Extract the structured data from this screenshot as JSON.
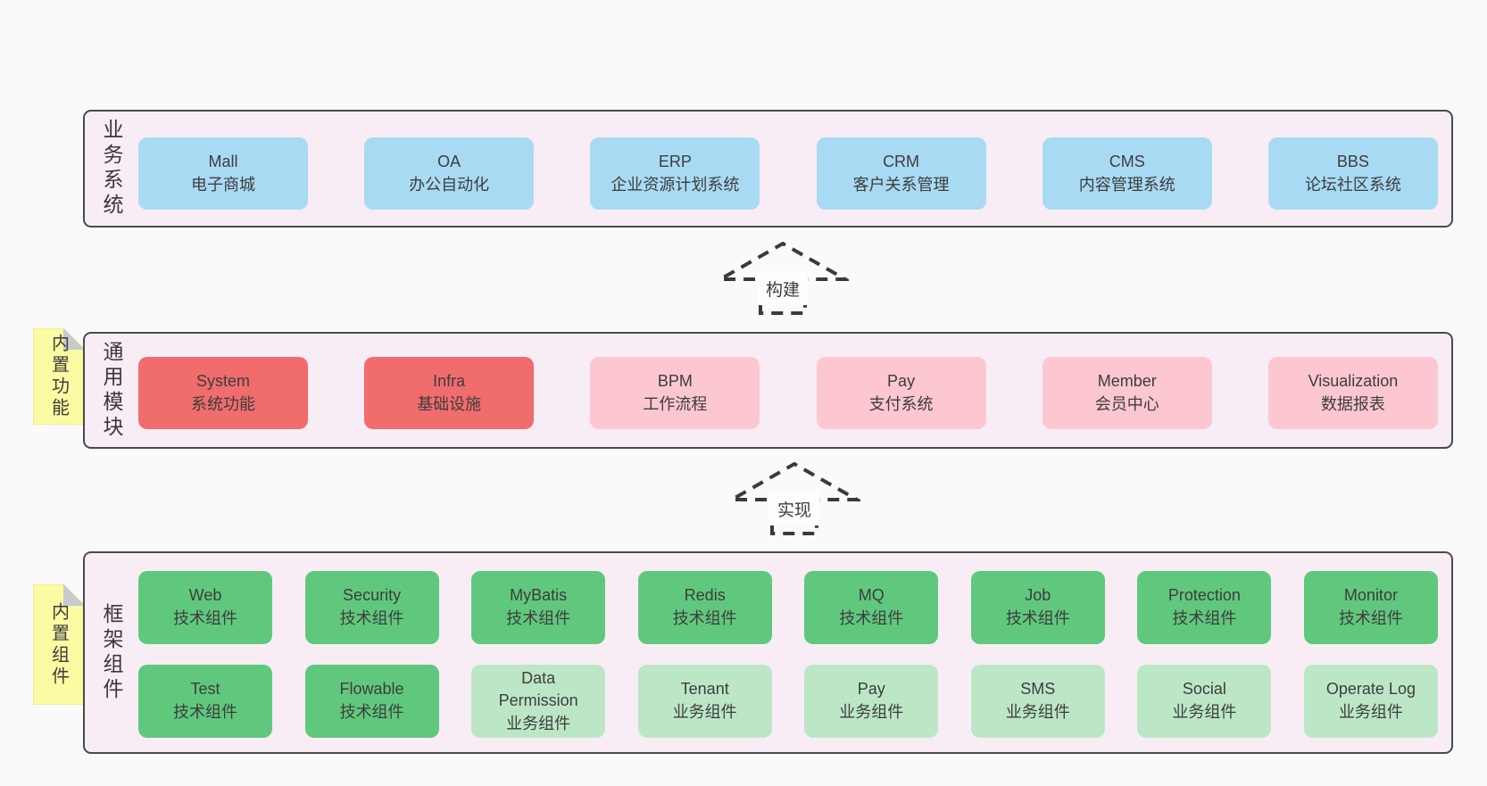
{
  "diagram": {
    "background": "#fafafa",
    "layers": [
      {
        "label": "业务系统",
        "boxes": [
          {
            "name": "Mall",
            "desc": "电子商城",
            "type": "business-system"
          },
          {
            "name": "OA",
            "desc": "办公自动化",
            "type": "business-system"
          },
          {
            "name": "ERP",
            "desc": "企业资源计划系统",
            "type": "business-system"
          },
          {
            "name": "CRM",
            "desc": "客户关系管理",
            "type": "business-system"
          },
          {
            "name": "CMS",
            "desc": "内容管理系统",
            "type": "business-system"
          },
          {
            "name": "BBS",
            "desc": "论坛社区系统",
            "type": "business-system"
          }
        ]
      },
      {
        "label": "通用模块",
        "note": "内置功能",
        "boxes": [
          {
            "name": "System",
            "desc": "系统功能",
            "type": "core-module"
          },
          {
            "name": "Infra",
            "desc": "基础设施",
            "type": "core-module"
          },
          {
            "name": "BPM",
            "desc": "工作流程",
            "type": "optional-module"
          },
          {
            "name": "Pay",
            "desc": "支付系统",
            "type": "optional-module"
          },
          {
            "name": "Member",
            "desc": "会员中心",
            "type": "optional-module"
          },
          {
            "name": "Visualization",
            "desc": "数据报表",
            "type": "optional-module"
          }
        ]
      },
      {
        "label": "框架组件",
        "note": "内置组件",
        "rows": [
          [
            {
              "name": "Web",
              "desc": "技术组件",
              "type": "tech-component"
            },
            {
              "name": "Security",
              "desc": "技术组件",
              "type": "tech-component"
            },
            {
              "name": "MyBatis",
              "desc": "技术组件",
              "type": "tech-component"
            },
            {
              "name": "Redis",
              "desc": "技术组件",
              "type": "tech-component"
            },
            {
              "name": "MQ",
              "desc": "技术组件",
              "type": "tech-component"
            },
            {
              "name": "Job",
              "desc": "技术组件",
              "type": "tech-component"
            },
            {
              "name": "Protection",
              "desc": "技术组件",
              "type": "tech-component"
            },
            {
              "name": "Monitor",
              "desc": "技术组件",
              "type": "tech-component"
            }
          ],
          [
            {
              "name": "Test",
              "desc": "技术组件",
              "type": "tech-component"
            },
            {
              "name": "Flowable",
              "desc": "技术组件",
              "type": "tech-component"
            },
            {
              "name": "Data Permission",
              "desc": "业务组件",
              "type": "biz-component"
            },
            {
              "name": "Tenant",
              "desc": "业务组件",
              "type": "biz-component"
            },
            {
              "name": "Pay",
              "desc": "业务组件",
              "type": "biz-component"
            },
            {
              "name": "SMS",
              "desc": "业务组件",
              "type": "biz-component"
            },
            {
              "name": "Social",
              "desc": "业务组件",
              "type": "biz-component"
            },
            {
              "name": "Operate Log",
              "desc": "业务组件",
              "type": "biz-component"
            }
          ]
        ]
      }
    ],
    "arrows": [
      {
        "label": "构建"
      },
      {
        "label": "实现"
      }
    ],
    "colors": {
      "business_system_box": "#a9daf3",
      "core_module_box": "#f16c6d",
      "optional_module_box": "#fcc7d1",
      "tech_component_box": "#60c87d",
      "biz_component_box": "#bce7c7",
      "container_bg": "#f8edf5",
      "container_border": "#4a4a4a",
      "note_bg": "#fbfba3",
      "note_fold": "#c9cacb",
      "text": "#3d3d3d"
    }
  }
}
